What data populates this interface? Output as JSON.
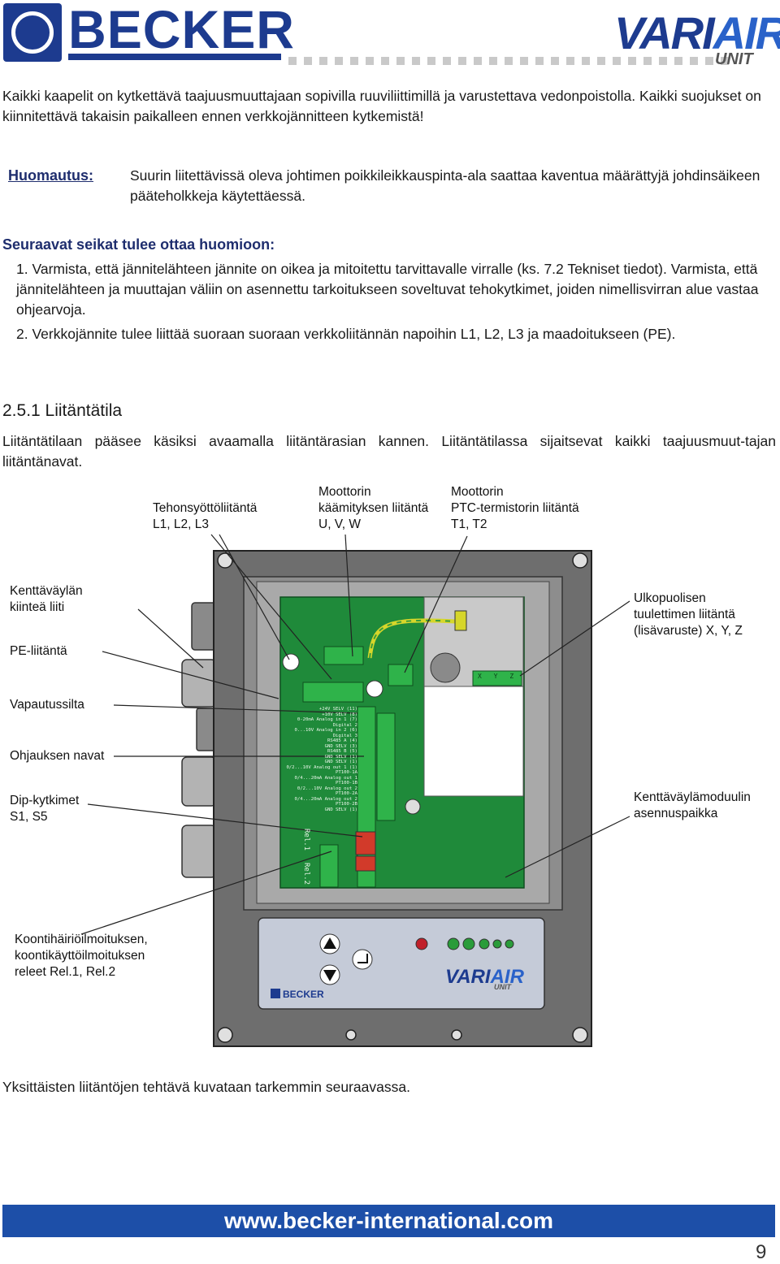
{
  "header": {
    "brand_left": "BECKER",
    "brand_right_a": "VARI",
    "brand_right_b": "AIR",
    "brand_right_unit": "UNIT"
  },
  "intro": "Kaikki kaapelit on kytkettävä taajuusmuuttajaan sopivilla ruuviliittimillä ja varustettava vedonpoistolla. Kaikki suojukset on kiinnitettävä takaisin paikalleen ennen verkkojännitteen kytkemistä!",
  "note": {
    "label": "Huomautus:",
    "text": "Suurin liitettävissä oleva johtimen poikkileikkauspinta-ala saattaa kaventua määrättyjä johdinsäikeen pääteholkkeja käytettäessä."
  },
  "list": {
    "heading": "Seuraavat seikat tulee ottaa huomioon:",
    "item1": "1. Varmista, että jännitelähteen jännite on oikea ja mitoitettu tarvittavalle virralle (ks. 7.2 Tekniset tiedot). Varmista, että jännitelähteen ja muuttajan väliin on asennettu tarkoitukseen soveltuvat tehokytkimet, joiden nimellisvirran alue vastaa ohjearvoja.",
    "item2": "2. Verkkojännite tulee liittää suoraan suoraan verkkoliitännän napoihin L1, L2, L3 ja maadoitukseen (PE)."
  },
  "section": {
    "title": "2.5.1 Liitäntätila",
    "text": "Liitäntätilaan pääsee käsiksi avaamalla liitäntärasian kannen. Liitäntätilassa sijaitsevat kaikki taajuusmuut-tajan liitäntänavat."
  },
  "diagram": {
    "labels": {
      "power": [
        "Tehonsyöttöliitäntä",
        "L1, L2, L3"
      ],
      "motor_winding": [
        "Moottorin",
        "käämityksen liitäntä",
        "U, V, W"
      ],
      "motor_ptc": [
        "Moottorin",
        "PTC-termistorin liitäntä",
        "T1, T2"
      ],
      "fieldbus_fixed": [
        "Kenttäväylän",
        "kiinteä liiti"
      ],
      "pe": "PE-liitäntä",
      "release_bridge": "Vapautussilta",
      "control_terminals": "Ohjauksen navat",
      "dip_switches": [
        "Dip-kytkimet",
        "S1, S5"
      ],
      "relays": [
        "Koontihäiriöilmoituksen,",
        "koontikäyttöilmoituksen",
        "releet Rel.1, Rel.2"
      ],
      "external_fan": [
        "Ulkopuolisen",
        "tuulettimen liitäntä",
        "(lisävaruste) X, Y, Z"
      ],
      "fieldbus_module": [
        "Kenttäväylämoduulin",
        "asennuspaikka"
      ]
    },
    "terminal_labels": [
      "+24V SELV (11)",
      "+10V SELV (8)",
      "0-20mA Analog in 1 (7)",
      "Digital 2",
      "0...10V Analog in 2 (6)",
      "Digital 3",
      "RS485 A (4)",
      "GND SELV (3)",
      "RS485 B (5)",
      "GND SELV (1)",
      "GND SELV (1)",
      "0/2...10V Analog out 1 (1)",
      "PT100-1A",
      "0/4...20mA Analog out 1",
      "PT100-1B",
      "0/2...10V Analog out 2",
      "PT100-2A",
      "0/4...20mA Analog out 2",
      "PT100-2B",
      "GND SELV (1)"
    ],
    "relay_labels": [
      "Rel.1",
      "Rel.2"
    ],
    "fan_terminals": [
      "X",
      "Y",
      "Z"
    ],
    "panel_brand_a": "VARI",
    "panel_brand_b": "AIR",
    "panel_unit": "UNIT",
    "panel_logo": "BECKER"
  },
  "outro": "Yksittäisten liitäntöjen tehtävä kuvataan tarkemmin seuraavassa.",
  "footer": {
    "url": "www.becker-international.com",
    "page": "9"
  },
  "colors": {
    "brand_blue": "#1d3b8f",
    "footer_blue": "#1d4fa8",
    "pcb_green": "#1f8a3a",
    "housing_gray": "#7a7a7a"
  }
}
